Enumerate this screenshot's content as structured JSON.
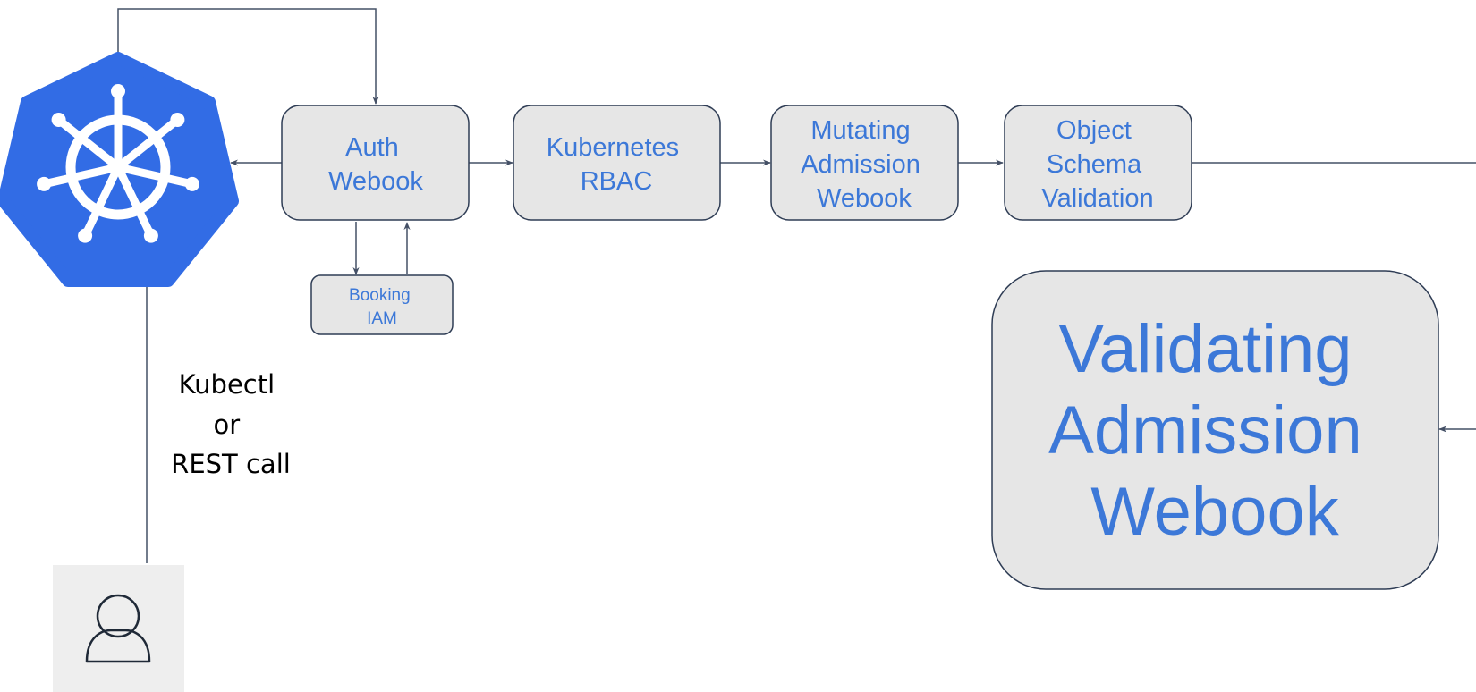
{
  "colors": {
    "box_fill": "#e6e6e6",
    "box_stroke": "#2f3d55",
    "box_text": "#3c78d8",
    "arrow": "#445066",
    "logo": "#326ce5",
    "user_bg": "#eeeeee"
  },
  "icons": {
    "logo": "kubernetes-helm-icon",
    "user": "user-icon"
  },
  "nodes": {
    "auth_webhook": [
      "Auth",
      "Webook"
    ],
    "booking_iam": [
      "Booking",
      "IAM"
    ],
    "kubernetes_rbac": [
      "Kubernetes",
      "RBAC"
    ],
    "mutating_webhook": [
      "Mutating",
      "Admission",
      "Webook"
    ],
    "object_schema": [
      "Object",
      "Schema",
      "Validation"
    ],
    "validating_webhook": [
      "Validating",
      "Admission",
      "Webook"
    ]
  },
  "caller_label": [
    "Kubectl",
    "or",
    "REST call"
  ]
}
